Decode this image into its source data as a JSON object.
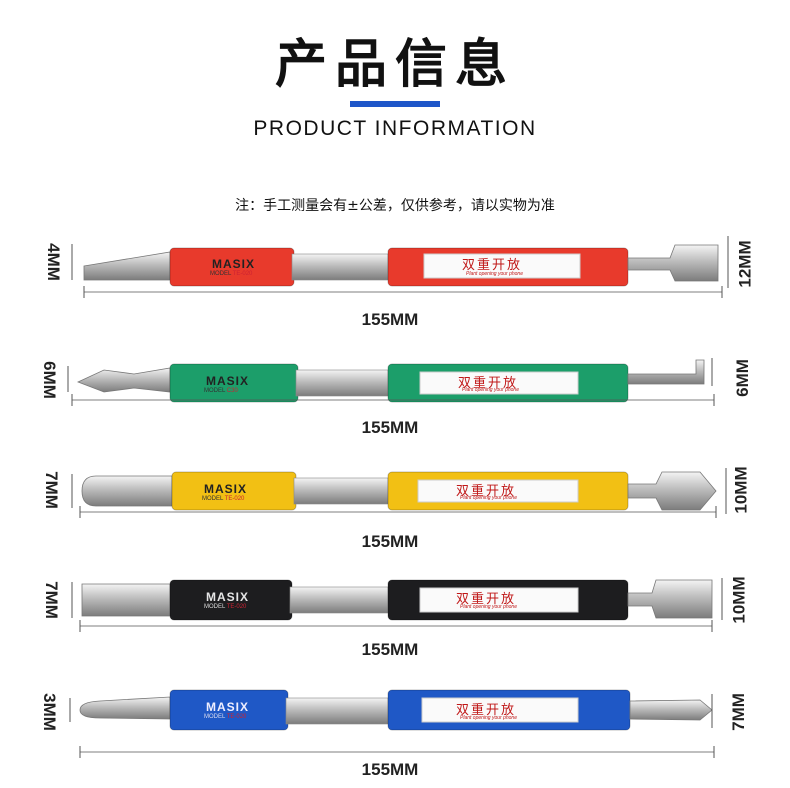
{
  "header": {
    "title_cn": "产品信息",
    "title_en": "PRODUCT INFORMATION",
    "note": "注：手工测量会有±公差，仅供参考，请以实物为准"
  },
  "tools": [
    {
      "color": "#e83a2c",
      "left_dim": "4MM",
      "right_dim": "12MM",
      "length": "155MM",
      "brand": "MASIX",
      "model_label": "MODEL",
      "model_code": "TE-020",
      "sticker_cn": "双重开放",
      "sticker_en": "Plant opening your phone"
    },
    {
      "color": "#1c9e6a",
      "left_dim": "6MM",
      "right_dim": "6MM",
      "length": "155MM",
      "brand": "MASIX",
      "model_label": "MODEL",
      "model_code": "C30",
      "sticker_cn": "双重开放",
      "sticker_en": "Plant opening your phone"
    },
    {
      "color": "#f2c014",
      "left_dim": "7MM",
      "right_dim": "10MM",
      "length": "155MM",
      "brand": "MASIX",
      "model_label": "MODEL",
      "model_code": "TE-020",
      "sticker_cn": "双重开放",
      "sticker_en": "Plant opening your phone"
    },
    {
      "color": "#1d1d1f",
      "left_dim": "7MM",
      "right_dim": "10MM",
      "length": "155MM",
      "brand": "MASIX",
      "model_label": "MODEL",
      "model_code": "TE-020",
      "sticker_cn": "双重开放",
      "sticker_en": "Plant opening your phone"
    },
    {
      "color": "#1f58c6",
      "left_dim": "3MM",
      "right_dim": "7MM",
      "length": "155MM",
      "brand": "MASIX",
      "model_label": "MODEL",
      "model_code": "TE-020",
      "sticker_cn": "双重开放",
      "sticker_en": "Plant opening your phone"
    }
  ]
}
